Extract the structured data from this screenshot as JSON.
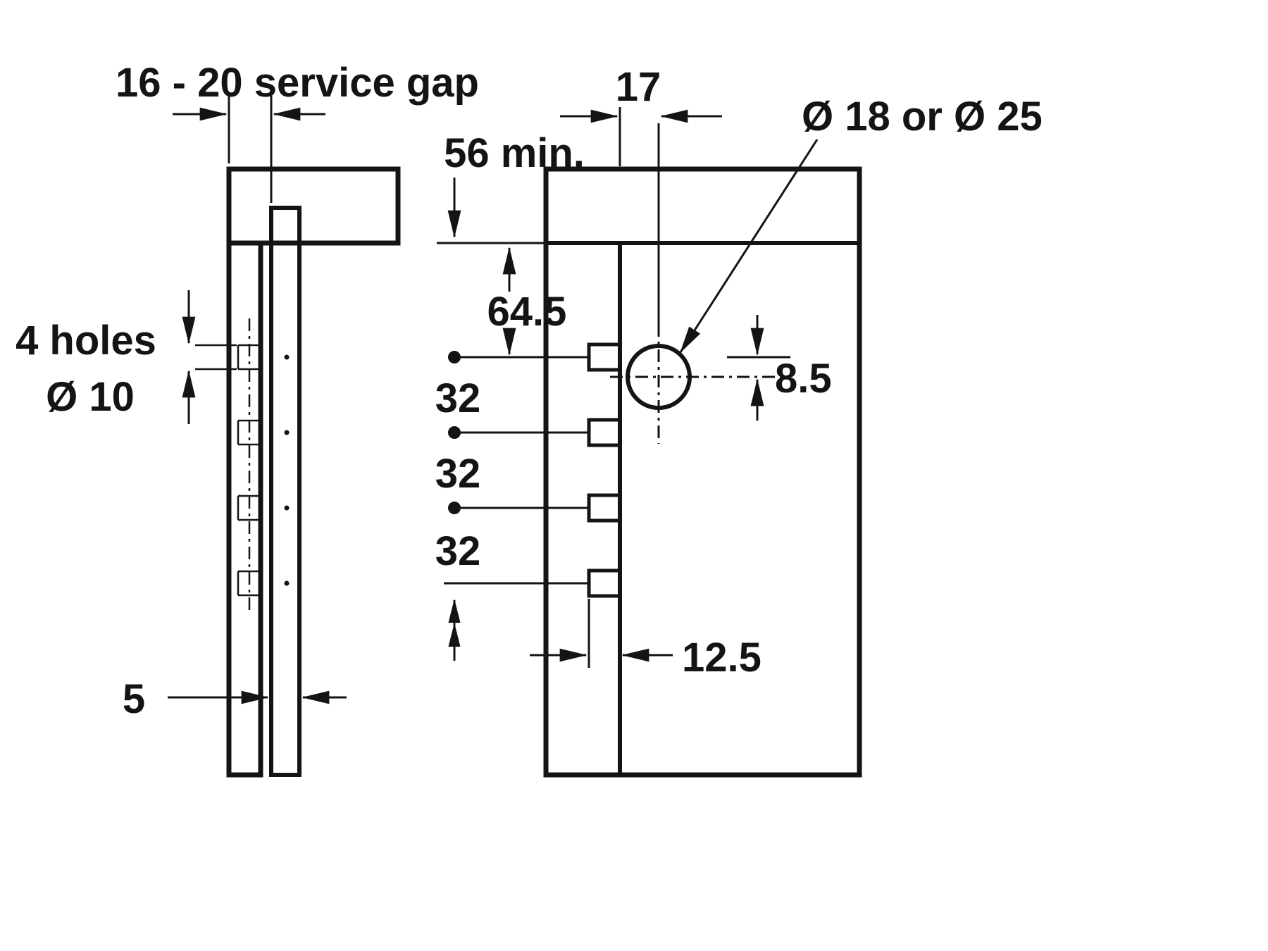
{
  "colors": {
    "panel": "#d9d9d9",
    "line": "#141414",
    "hole": "#ffffff",
    "background": "#ffffff"
  },
  "side_view": {
    "service_gap": "16 - 20 service gap",
    "holes_line1": "4 holes",
    "holes_line2": "Ø 10",
    "panel_thickness": "5"
  },
  "front_view": {
    "hole_offset": "17",
    "large_hole": "Ø 18 or Ø 25",
    "min_top_distance": "56 min.",
    "first_row": "64.5",
    "row_spacings": [
      "32",
      "32",
      "32"
    ],
    "center_offset": "8.5",
    "edge_distance": "12.5"
  }
}
